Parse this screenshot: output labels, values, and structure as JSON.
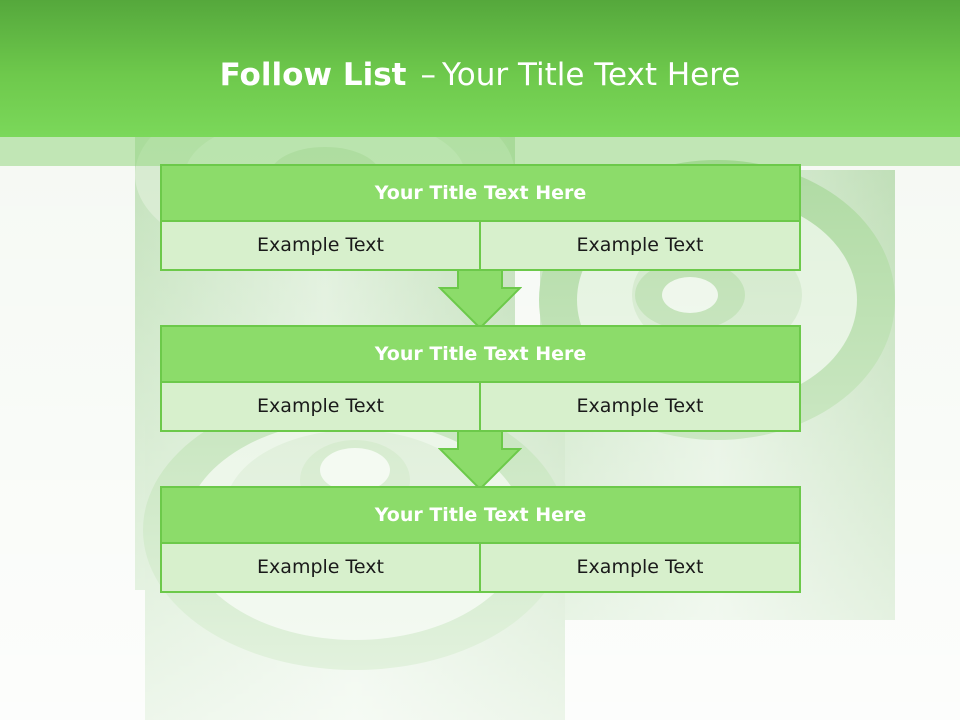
{
  "slide": {
    "title_bold": "Follow List",
    "title_sep": "–",
    "title_rest": "Your Title Text Here",
    "blocks": [
      {
        "title": "Your Title Text Here",
        "left": "Example Text",
        "right": "Example Text"
      },
      {
        "title": "Your Title Text Here",
        "left": "Example Text",
        "right": "Example Text"
      },
      {
        "title": "Your Title Text Here",
        "left": "Example Text",
        "right": "Example Text"
      }
    ]
  },
  "colors": {
    "header": "#6ec94c",
    "block_title_bg": "#8cdc6a",
    "cell_bg": "#d7f0cc",
    "border": "#6cc94a",
    "arrow": "#8cdc6a"
  }
}
